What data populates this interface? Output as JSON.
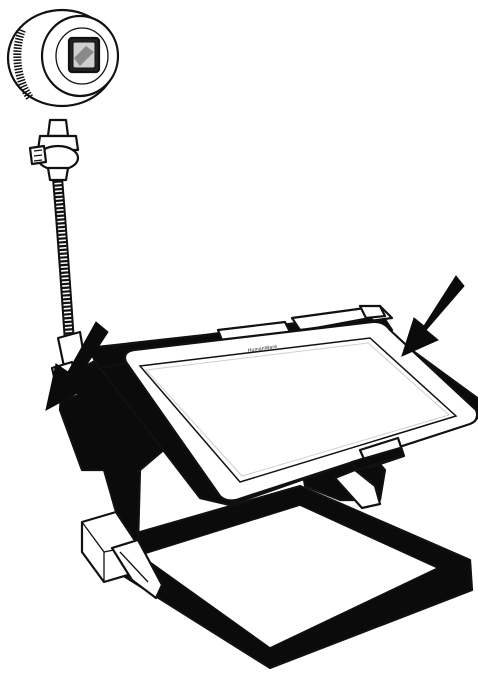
{
  "illustration": {
    "subject": "camera-magnifier-stand",
    "tablet_brand_text": "HumanWare",
    "colors": {
      "ink": "#111111",
      "paper": "#ffffff",
      "screen_edge": "#cfcfcf"
    },
    "arrows": {
      "count": 2,
      "icon": "down-left-arrow"
    }
  }
}
